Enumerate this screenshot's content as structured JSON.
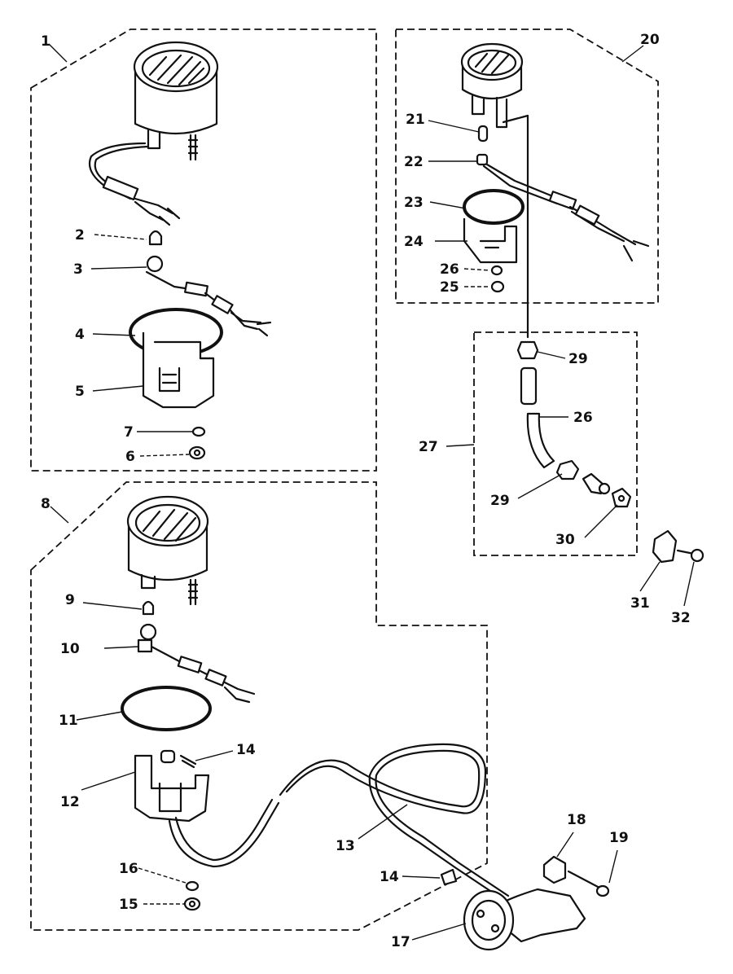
{
  "callouts": {
    "c1": "1",
    "c2": "2",
    "c3": "3",
    "c4": "4",
    "c5": "5",
    "c6": "6",
    "c7": "7",
    "c8": "8",
    "c9": "9",
    "c10": "10",
    "c11": "11",
    "c12": "12",
    "c13": "13",
    "c14a": "14",
    "c14b": "14",
    "c15": "15",
    "c16": "16",
    "c17": "17",
    "c18": "18",
    "c19": "19",
    "c20": "20",
    "c21": "21",
    "c22": "22",
    "c23": "23",
    "c24": "24",
    "c25": "25",
    "c26a": "26",
    "c26b": "26",
    "c27": "27",
    "c29a": "29",
    "c29b": "29",
    "c30": "30",
    "c31": "31",
    "c32": "32"
  }
}
